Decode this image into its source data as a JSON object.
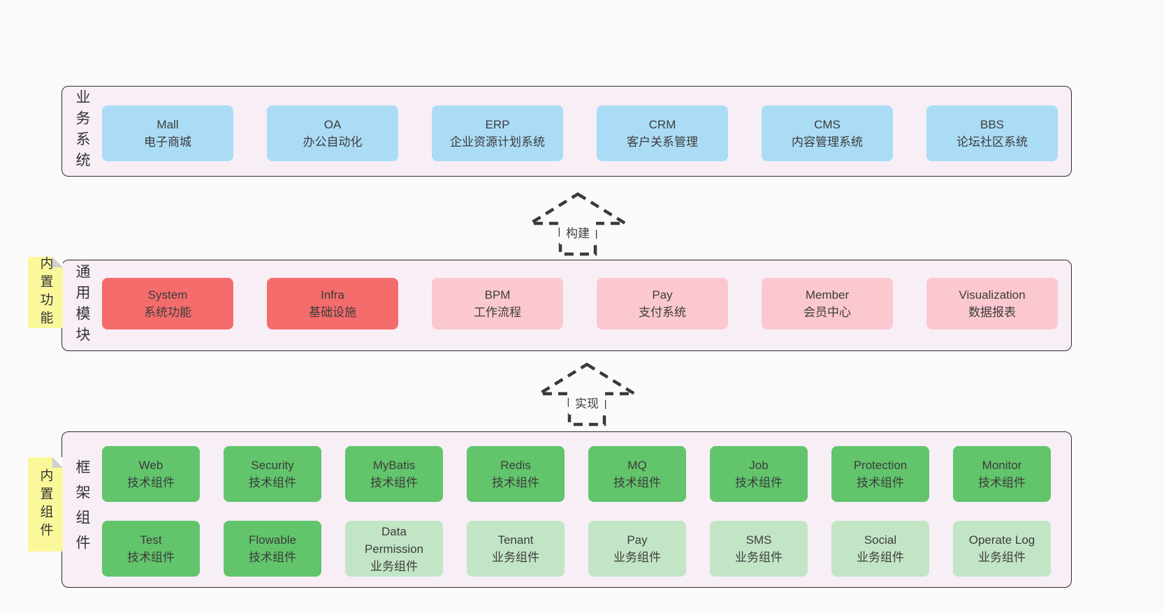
{
  "palette": {
    "page_bg": "#fafafa",
    "layer_bg": "#f8eef6",
    "layer_border": "#2b2b2b",
    "blue": "#abdcf6",
    "red": "#f56c6c",
    "pink": "#fcc8d0",
    "green": "#62c56c",
    "green_light": "#c2e6c5",
    "sticky_yellow": "#faf89b",
    "text": "#3c3c3c"
  },
  "layers": [
    {
      "label": "业务系统",
      "sticky": null,
      "rows": [
        [
          {
            "name": "Mall",
            "desc": "电子商城",
            "variant": "blue"
          },
          {
            "name": "OA",
            "desc": "办公自动化",
            "variant": "blue"
          },
          {
            "name": "ERP",
            "desc": "企业资源计划系统",
            "variant": "blue"
          },
          {
            "name": "CRM",
            "desc": "客户关系管理",
            "variant": "blue"
          },
          {
            "name": "CMS",
            "desc": "内容管理系统",
            "variant": "blue"
          },
          {
            "name": "BBS",
            "desc": "论坛社区系统",
            "variant": "blue"
          }
        ]
      ]
    },
    {
      "label": "通用模块",
      "sticky": "内置功能",
      "rows": [
        [
          {
            "name": "System",
            "desc": "系统功能",
            "variant": "red"
          },
          {
            "name": "Infra",
            "desc": "基础设施",
            "variant": "red"
          },
          {
            "name": "BPM",
            "desc": "工作流程",
            "variant": "pink"
          },
          {
            "name": "Pay",
            "desc": "支付系统",
            "variant": "pink"
          },
          {
            "name": "Member",
            "desc": "会员中心",
            "variant": "pink"
          },
          {
            "name": "Visualization",
            "desc": "数据报表",
            "variant": "pink"
          }
        ]
      ]
    },
    {
      "label": "框架组件",
      "sticky": "内置组件",
      "rows": [
        [
          {
            "name": "Web",
            "desc": "技术组件",
            "variant": "green"
          },
          {
            "name": "Security",
            "desc": "技术组件",
            "variant": "green"
          },
          {
            "name": "MyBatis",
            "desc": "技术组件",
            "variant": "green"
          },
          {
            "name": "Redis",
            "desc": "技术组件",
            "variant": "green"
          },
          {
            "name": "MQ",
            "desc": "技术组件",
            "variant": "green"
          },
          {
            "name": "Job",
            "desc": "技术组件",
            "variant": "green"
          },
          {
            "name": "Protection",
            "desc": "技术组件",
            "variant": "green"
          },
          {
            "name": "Monitor",
            "desc": "技术组件",
            "variant": "green"
          }
        ],
        [
          {
            "name": "Test",
            "desc": "技术组件",
            "variant": "green"
          },
          {
            "name": "Flowable",
            "desc": "技术组件",
            "variant": "green"
          },
          {
            "name": "Data Permission",
            "desc": "业务组件",
            "variant": "green-light"
          },
          {
            "name": "Tenant",
            "desc": "业务组件",
            "variant": "green-light"
          },
          {
            "name": "Pay",
            "desc": "业务组件",
            "variant": "green-light"
          },
          {
            "name": "SMS",
            "desc": "业务组件",
            "variant": "green-light"
          },
          {
            "name": "Social",
            "desc": "业务组件",
            "variant": "green-light"
          },
          {
            "name": "Operate Log",
            "desc": "业务组件",
            "variant": "green-light"
          }
        ]
      ]
    }
  ],
  "arrows": [
    {
      "label": "构建"
    },
    {
      "label": "实现"
    }
  ]
}
